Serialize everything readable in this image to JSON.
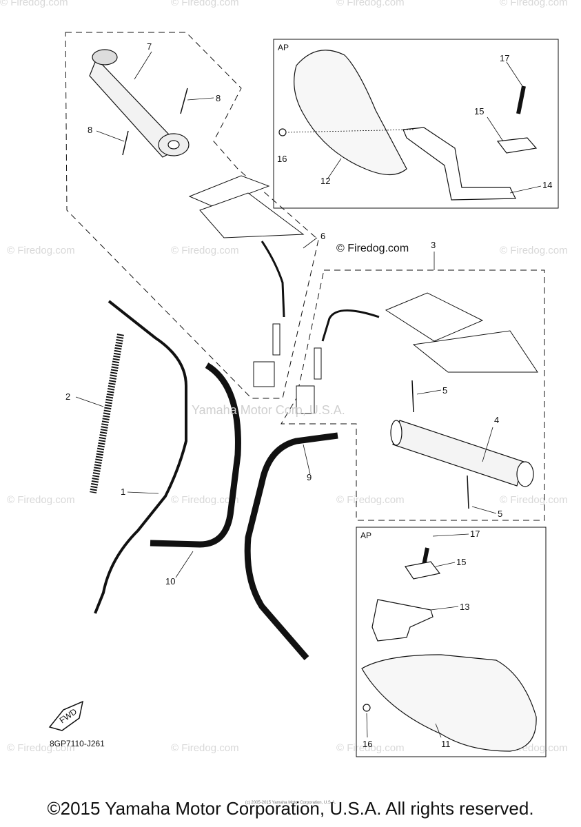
{
  "watermark_firedog": "© Firedog.com",
  "watermark_yamaha": "Yamaha Motor Corp, U.S.A.",
  "center_label": "© Firedog.com",
  "box_ap_label": "AP",
  "part_labels": {
    "p1": "1",
    "p2": "2",
    "p3": "3",
    "p4": "4",
    "p5a": "5",
    "p5b": "5",
    "p6": "6",
    "p7": "7",
    "p8a": "8",
    "p8b": "8",
    "p9": "9",
    "p10": "10",
    "p11": "11",
    "p12": "12",
    "p13": "13",
    "p14": "14",
    "p15a": "15",
    "p15b": "15",
    "p16a": "16",
    "p16b": "16",
    "p17a": "17",
    "p17b": "17"
  },
  "ref_code": "8GP7110-J261",
  "fwd_label": "FWD",
  "tiny_copyright": "(c) 2005-2015 Yamaha Motor Corporation, U.S.A.",
  "footer_copyright": "©2015 Yamaha Motor Corporation, U.S.A. All rights reserved."
}
